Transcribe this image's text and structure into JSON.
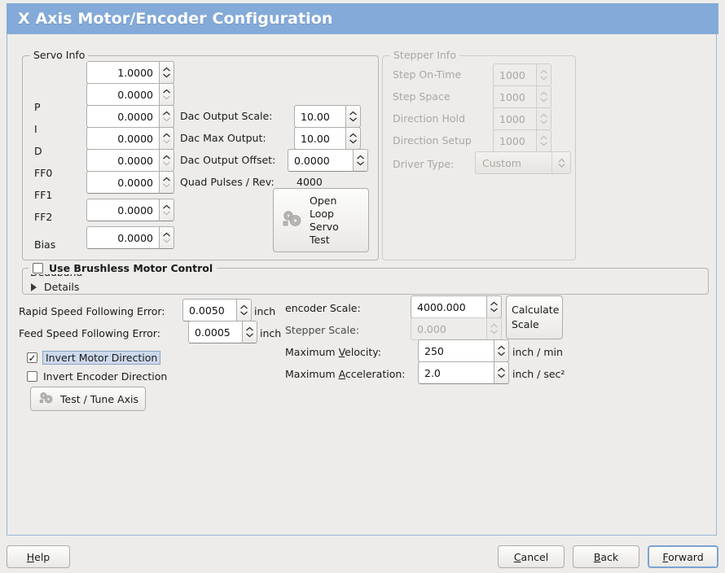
{
  "window": {
    "title": "X Axis Motor/Encoder Configuration",
    "titlebar_color": "#83aad8"
  },
  "servo_group": {
    "legend": "Servo Info",
    "rows": [
      {
        "label": "P",
        "value": "1.0000"
      },
      {
        "label": "I",
        "value": "0.0000"
      },
      {
        "label": "D",
        "value": "0.0000"
      },
      {
        "label": "FF0",
        "value": "0.0000"
      },
      {
        "label": "FF1",
        "value": "0.0000"
      },
      {
        "label": "FF2",
        "value": "0.0000"
      },
      {
        "label": "Bias",
        "value": "0.0000"
      },
      {
        "label": "Deadband",
        "value": "0.0000"
      }
    ],
    "dac": [
      {
        "label": "Dac Output Scale:",
        "value": "10.00"
      },
      {
        "label": "Dac Max Output:",
        "value": "10.00"
      },
      {
        "label": "Dac Output Offset:",
        "value": "0.0000"
      }
    ],
    "quad_label": "Quad Pulses / Rev:",
    "quad_value": "4000",
    "open_loop_button": "Open\nLoop\nServo\nTest",
    "open_loop_lines": [
      "Open",
      "Loop",
      "Servo",
      "Test"
    ]
  },
  "stepper_group": {
    "legend": "Stepper Info",
    "enabled": false,
    "rows": [
      {
        "label": "Step On-Time",
        "value": "1000"
      },
      {
        "label": "Step Space",
        "value": "1000"
      },
      {
        "label": "Direction Hold",
        "value": "1000"
      },
      {
        "label": "Direction Setup",
        "value": "1000"
      }
    ],
    "driver_type_label": "Driver Type:",
    "driver_type_value": "Custom"
  },
  "brushless": {
    "checkbox_label": "Use Brushless Motor Control",
    "checked": false,
    "details_label": "Details",
    "details_expanded": false
  },
  "errors": {
    "rapid_label": "Rapid Speed Following Error:",
    "rapid_value": "0.0050",
    "rapid_unit": "inch",
    "feed_label": "Feed Speed Following Error:",
    "feed_value": "0.0005",
    "feed_unit": "inch"
  },
  "inverts": {
    "motor_label": "Invert Motor Direction",
    "motor_checked": true,
    "motor_focused": true,
    "encoder_label": "Invert Encoder Direction",
    "encoder_checked": false
  },
  "test_tune_button": "Test / Tune Axis",
  "scales": {
    "encoder_label": "encoder Scale:",
    "encoder_value": "4000.000",
    "stepper_label": "Stepper Scale:",
    "stepper_value": "0.000",
    "stepper_enabled": false,
    "calculate_button_lines": [
      "Calculate",
      "Scale"
    ],
    "max_velocity_label_pre": "Maximum ",
    "max_velocity_label_mn": "V",
    "max_velocity_label_post": "elocity:",
    "max_velocity_value": "250",
    "max_velocity_unit": "inch / min",
    "max_accel_label_pre": "Maximum ",
    "max_accel_label_mn": "A",
    "max_accel_label_post": "cceleration:",
    "max_accel_value": "2.0",
    "max_accel_unit": "inch / sec²"
  },
  "footer": {
    "help": {
      "mn": "H",
      "rest": "elp"
    },
    "cancel": {
      "mn": "C",
      "rest": "ancel"
    },
    "back": {
      "pre": "B",
      "mn": "B",
      "rest": "ack"
    },
    "forward": {
      "mn": "F",
      "rest": "orward"
    },
    "help_mn": "H",
    "help_rest": "elp",
    "cancel_mn": "C",
    "cancel_rest": "ancel",
    "back_mn": "B",
    "back_rest": "ack",
    "forward_mn": "F",
    "forward_rest": "orward"
  }
}
